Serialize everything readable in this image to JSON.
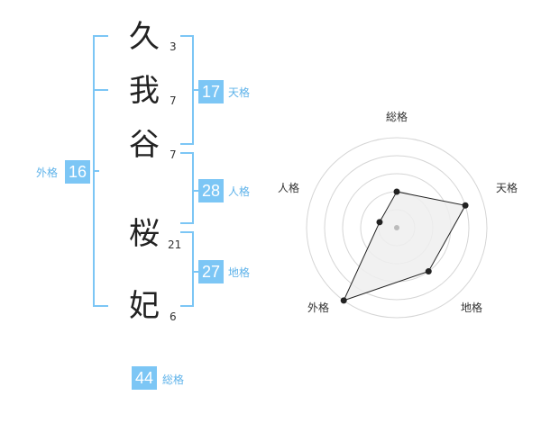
{
  "name": {
    "characters": [
      {
        "char": "久",
        "strokes": "3"
      },
      {
        "char": "我",
        "strokes": "7"
      },
      {
        "char": "谷",
        "strokes": "7"
      },
      {
        "char": "桜",
        "strokes": "21"
      },
      {
        "char": "妃",
        "strokes": "6"
      }
    ]
  },
  "fortune": {
    "tenkaku": {
      "label": "天格",
      "value": "17"
    },
    "jinkaku": {
      "label": "人格",
      "value": "28"
    },
    "chikaku": {
      "label": "地格",
      "value": "27"
    },
    "gaikaku": {
      "label": "外格",
      "value": "16"
    },
    "soukaku": {
      "label": "総格",
      "value": "44"
    }
  },
  "radar": {
    "axes": [
      "総格",
      "天格",
      "地格",
      "外格",
      "人格"
    ],
    "levels": 5,
    "values": [
      2,
      4,
      3,
      5,
      1
    ],
    "colors": {
      "ring": "#d5d5d5",
      "fill": "#eeeeee",
      "line": "#222222",
      "center": "#bbbbbb"
    }
  },
  "colors": {
    "accent": "#7cc6f5",
    "bracket": "#7cc6f5"
  }
}
